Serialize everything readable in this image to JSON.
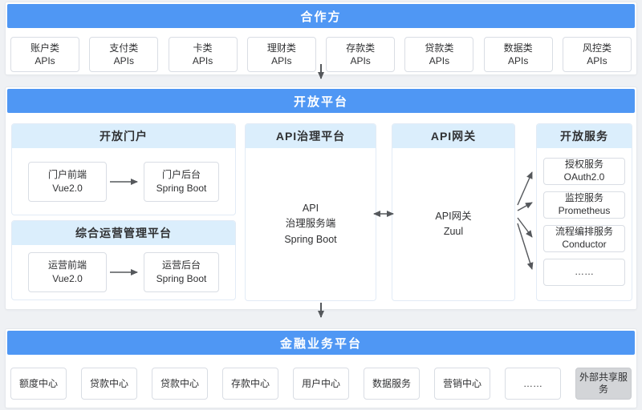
{
  "partners": {
    "title": "合作方",
    "apis": [
      {
        "name": "账户类",
        "sub": "APIs"
      },
      {
        "name": "支付类",
        "sub": "APIs"
      },
      {
        "name": "卡类",
        "sub": "APIs"
      },
      {
        "name": "理财类",
        "sub": "APIs"
      },
      {
        "name": "存款类",
        "sub": "APIs"
      },
      {
        "name": "贷款类",
        "sub": "APIs"
      },
      {
        "name": "数据类",
        "sub": "APIs"
      },
      {
        "name": "风控类",
        "sub": "APIs"
      }
    ]
  },
  "open_platform": {
    "title": "开放平台",
    "portal": {
      "title": "开放门户",
      "frontend_name": "门户前端",
      "frontend_tech": "Vue2.0",
      "backend_name": "门户后台",
      "backend_tech": "Spring Boot"
    },
    "ops": {
      "title": "综合运营管理平台",
      "frontend_name": "运营前端",
      "frontend_tech": "Vue2.0",
      "backend_name": "运营后台",
      "backend_tech": "Spring Boot"
    },
    "governance": {
      "title": "API治理平台",
      "node_line1": "API",
      "node_line2": "治理服务端",
      "node_line3": "Spring Boot"
    },
    "gateway": {
      "title": "API网关",
      "node_line1": "API网关",
      "node_line2": "Zuul"
    },
    "services": {
      "title": "开放服务",
      "items": [
        {
          "name": "授权服务",
          "tech": "OAuth2.0"
        },
        {
          "name": "监控服务",
          "tech": "Prometheus"
        },
        {
          "name": "流程编排服务",
          "tech": "Conductor"
        },
        {
          "name": "……",
          "tech": ""
        }
      ]
    }
  },
  "finance": {
    "title": "金融业务平台",
    "centers": [
      "额度中心",
      "贷款中心",
      "贷款中心",
      "存款中心",
      "用户中心",
      "数据服务",
      "营销中心",
      "……"
    ],
    "external": "外部共享服务"
  },
  "colors": {
    "accent_blue": "#4f97f4",
    "panel_header_blue": "#dbeefc",
    "arrow_gray": "#55585c",
    "external_box_gray": "#d3d5d8"
  }
}
